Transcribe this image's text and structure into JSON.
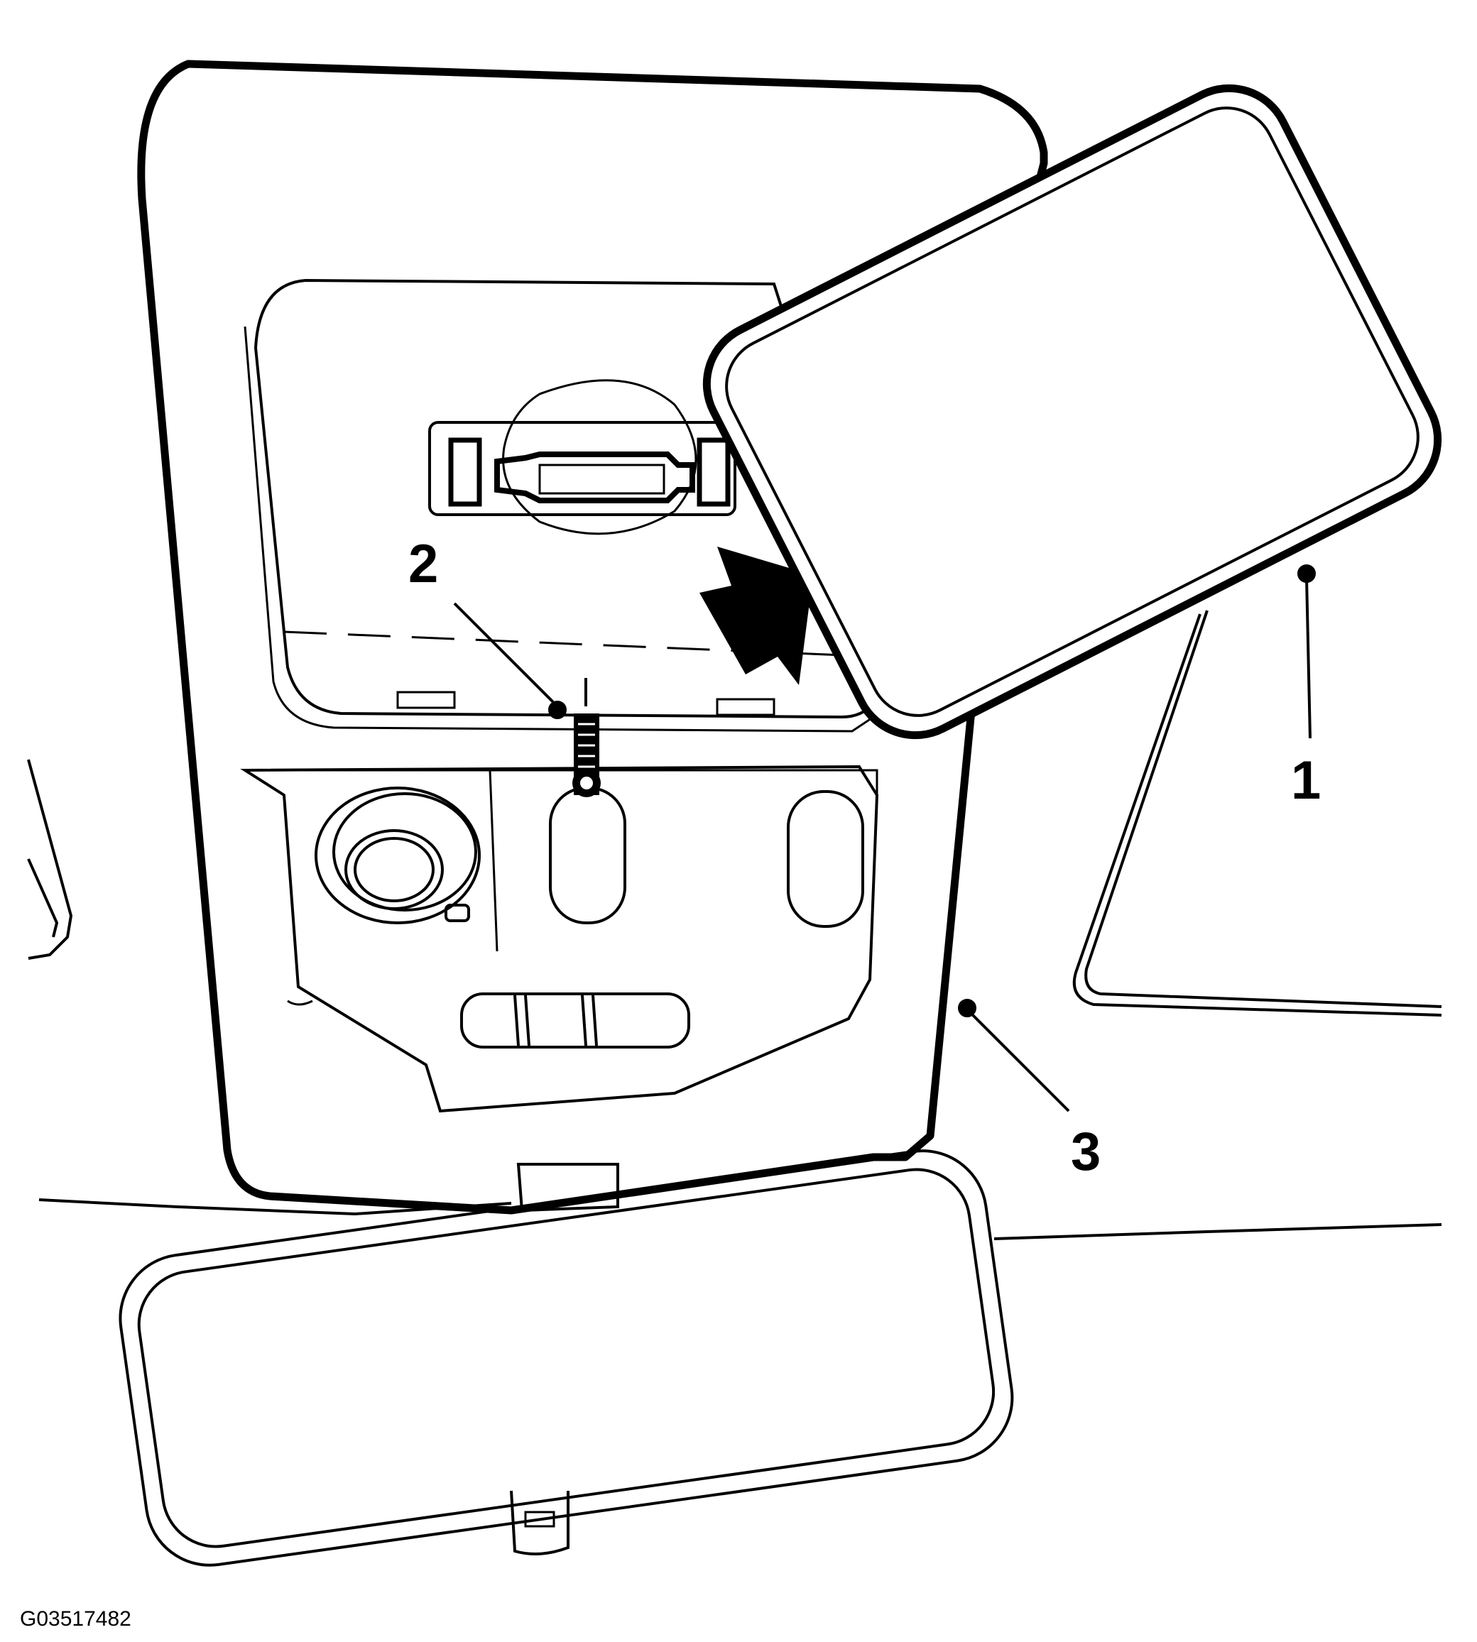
{
  "diagram": {
    "figure_id": "G03517482",
    "callouts": [
      {
        "number": "1"
      },
      {
        "number": "2"
      },
      {
        "number": "3"
      }
    ],
    "colors": {
      "line": "#000000",
      "background": "#ffffff"
    },
    "arrow_direction": "up-right"
  }
}
